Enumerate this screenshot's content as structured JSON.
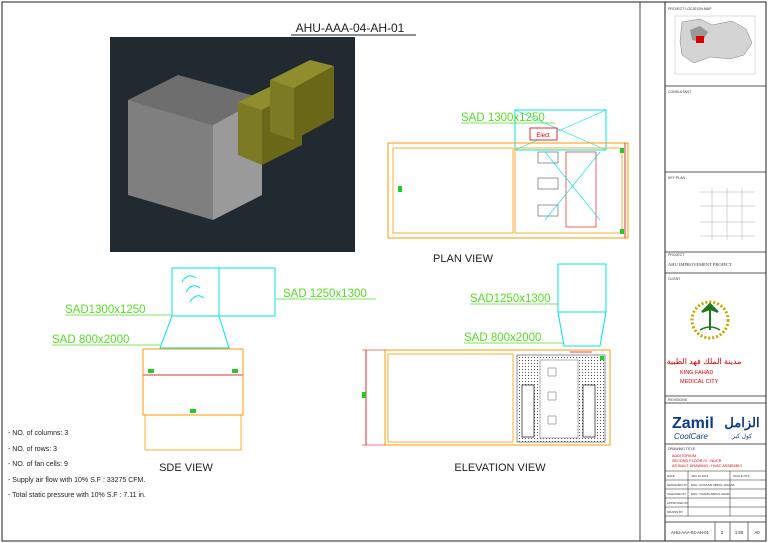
{
  "drawing": {
    "title": "AHU-AAA-04-AH-01",
    "colors": {
      "duct": "#00e5e5",
      "label": "#55dd22",
      "unit": "#ff9900",
      "frame_red": "#dd0000",
      "render_bg": "#202a30",
      "render_unit": "#7f7f7f",
      "render_duct": "#7c7a22"
    },
    "plan_view": {
      "label": "PLAN VIEW",
      "sad_label": "SAD 1300x1250",
      "tag": "Elect"
    },
    "side_view": {
      "label": "SDE VIEW",
      "sad_label_top": "SAD 1250x1300",
      "sad_label_mid": "SAD1300x1250",
      "sad_label_low": "SAD 800x2000"
    },
    "elevation_view": {
      "label": "ELEVATION VIEW",
      "sad_label_top": "SAD1250x1300",
      "sad_label_low": "SAD 800x2000"
    },
    "notes": [
      "- NO. of columns: 3",
      "- NO. of rows:      3",
      "- NO. of fan cells: 9",
      "- Supply air flow with 10% S.F : 33275 CFM.",
      "- Total static pressure with 10% S.F : 7.11 in."
    ]
  },
  "title_block": {
    "key_plan_label": "PROJECT LOCATION MAP",
    "consultant_label": "CONSULTANT",
    "key_plan2_label": "KEY PLAN",
    "project_label": "PROJECT",
    "project_name": "AHU IMPROVEMENT PROJECT",
    "client_label": "CLIENT",
    "client_name_ar": "مدينة الملك فهد الطبية",
    "client_name_en_1": "KING FAHAD",
    "client_name_en_2": "MEDICAL CITY",
    "revisions_label": "REVISIONS",
    "contractor_en": "Zamil",
    "contractor_sub": "CoolCare",
    "contractor_ar": "الزامل",
    "contractor_ar_sub": "كول كير",
    "sheet_title_label": "DRAWING TITLE",
    "sheet_title_1": "AUDITORIUM",
    "sheet_title_2": "SECOND FLOOR IV - NUCR",
    "sheet_title_3": "AS BUILT DRAWING - HVAC ASSEMBLY",
    "date_label": "DATE",
    "date_value": "JAN 10 2019",
    "scale_label": "SCALE NTS",
    "designed_label": "DESIGNED BY",
    "designed_value": "ENG. HOSSAM ABDUL WAHAB",
    "checked_label": "CHECKED BY",
    "checked_value": "ENG. OSAMA ABDUL AZAM",
    "approved_label": "APPROVED BY",
    "drawn_label": "DRAWN BY",
    "drawing_no": "AHU-AAA-04-AH-01",
    "sheet_no": "2",
    "rev_no": "1:50",
    "size": "A0"
  }
}
